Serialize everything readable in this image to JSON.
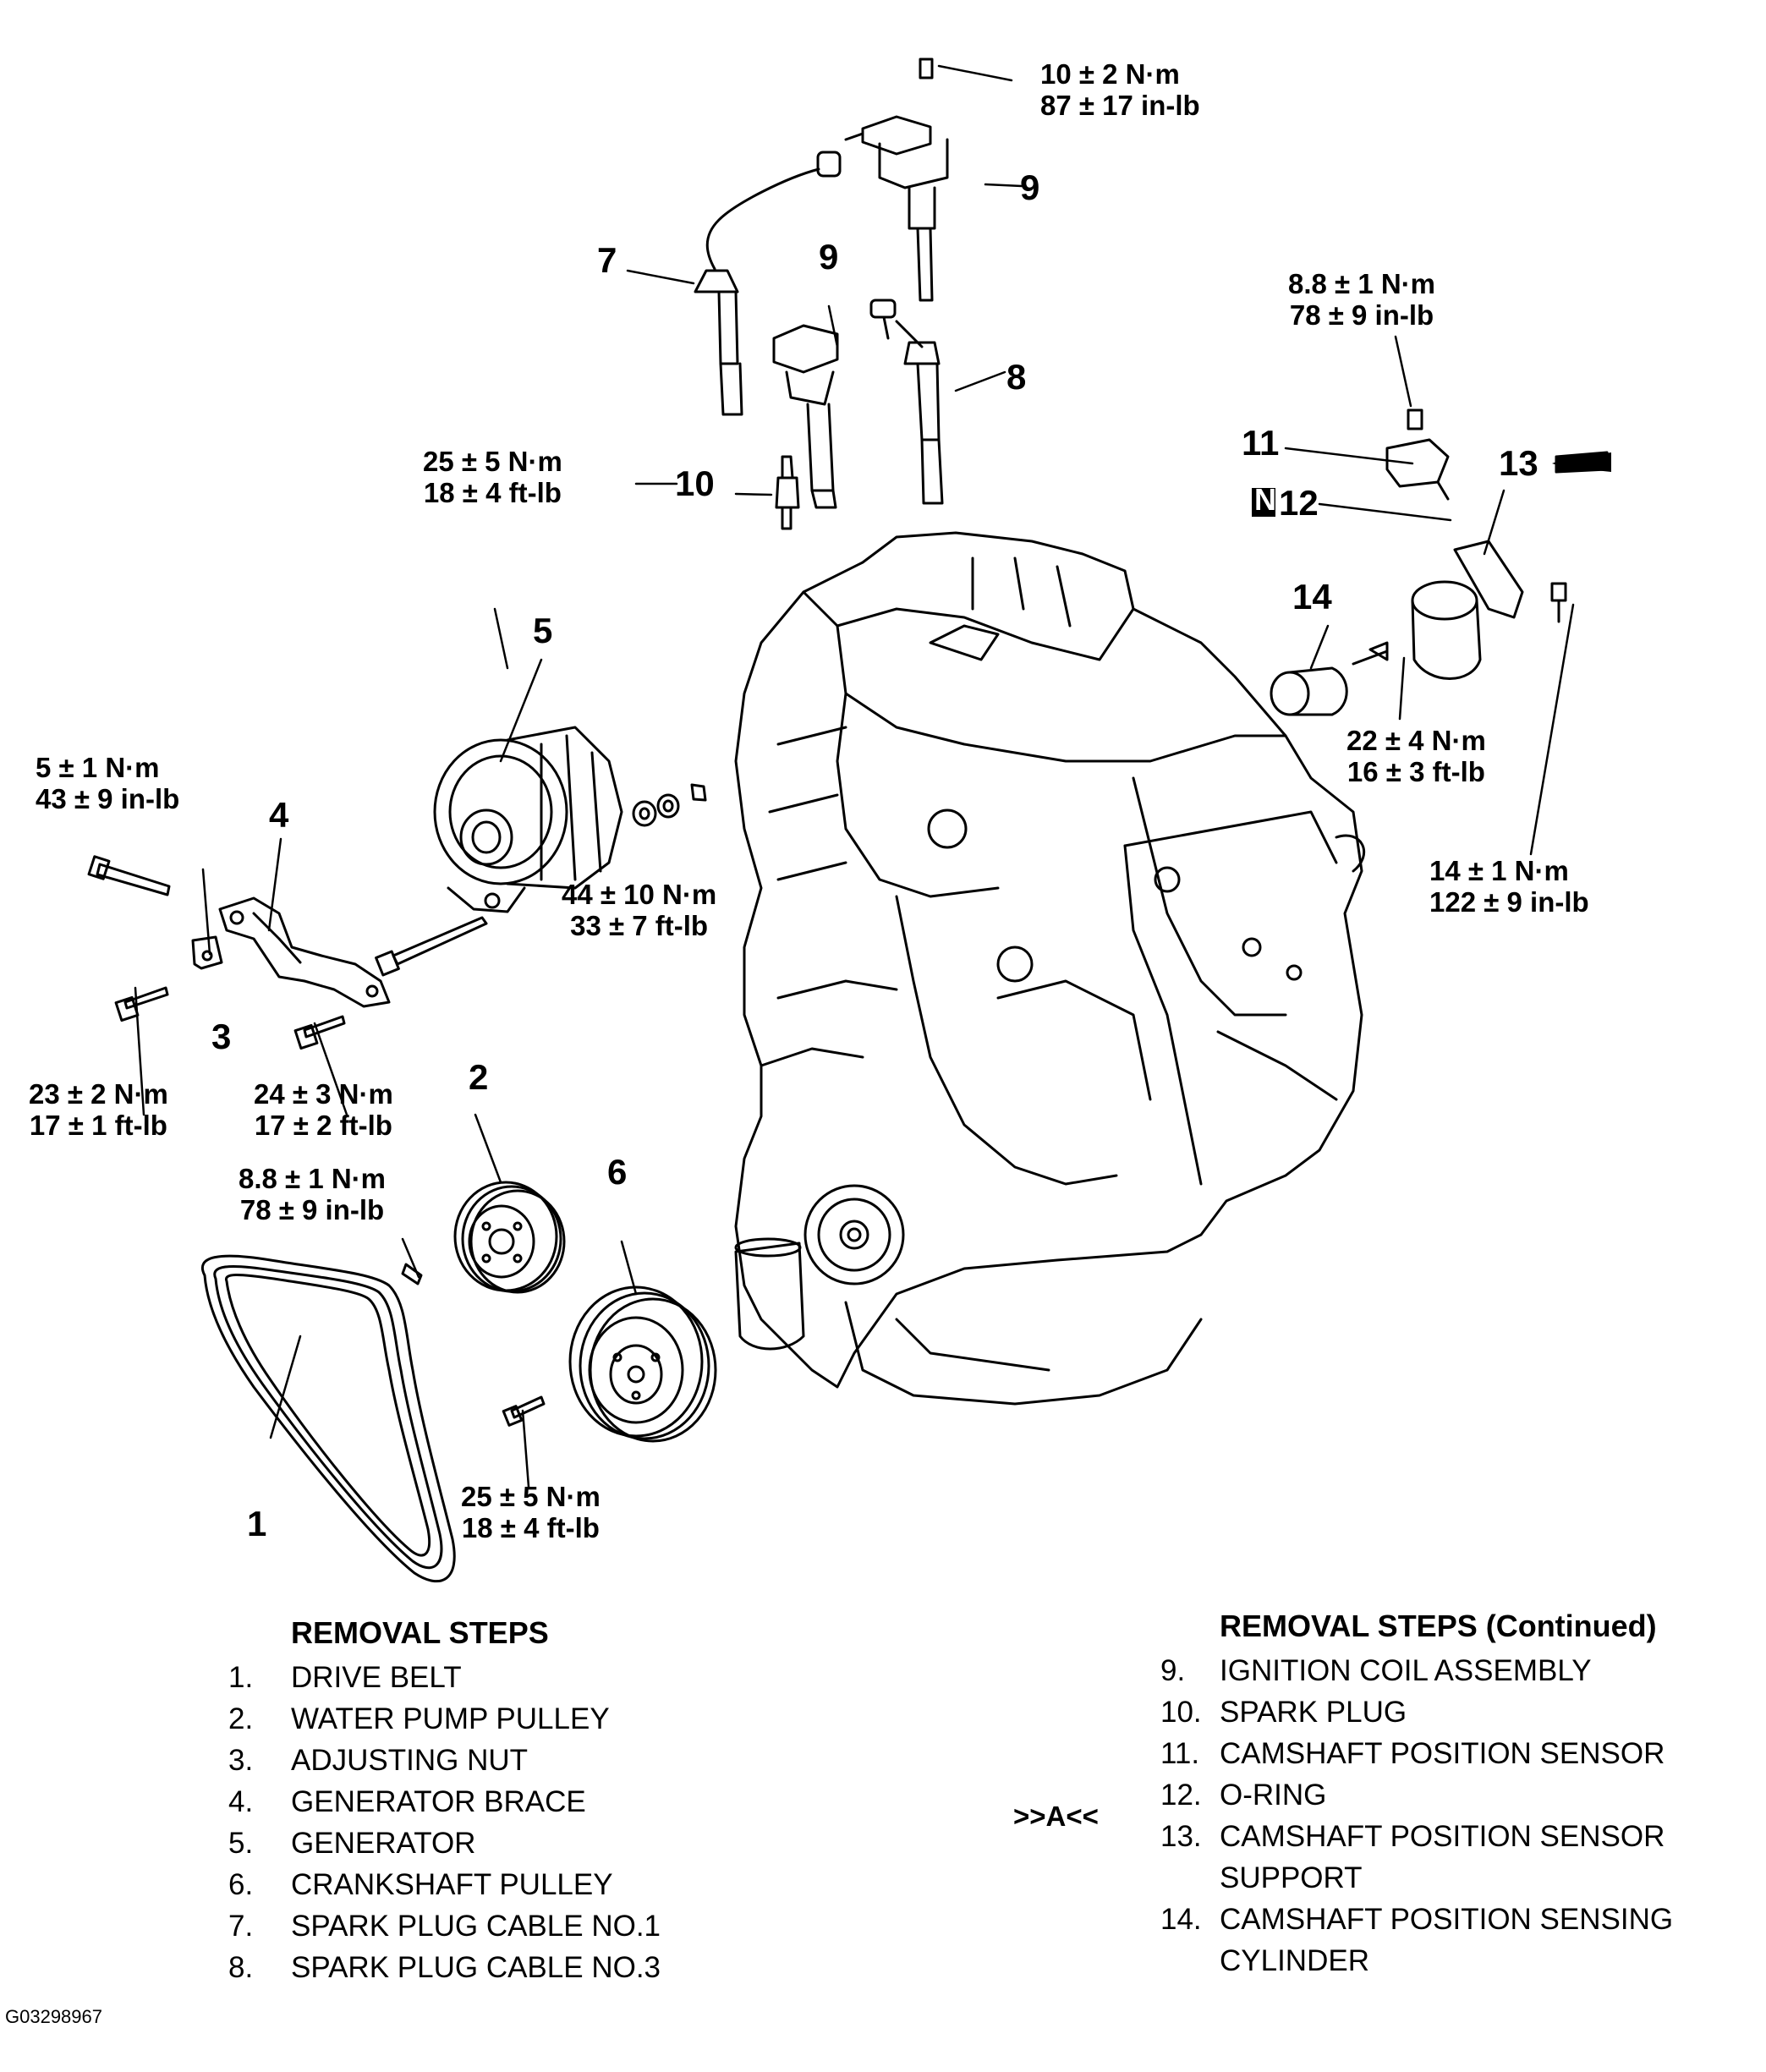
{
  "torques": {
    "coil_bolt": [
      "10 ± 2 N·m",
      "87 ± 17 in-lb"
    ],
    "sensor_bolt": [
      "8.8 ± 1 N·m",
      "78 ± 9 in-lb"
    ],
    "spark_plug": [
      "25 ± 5 N·m",
      "18 ± 4 ft-lb"
    ],
    "brace_bolt_top": [
      "5 ± 1 N·m",
      "43 ± 9 in-lb"
    ],
    "generator_nut": [
      "44 ± 10 N·m",
      "33 ± 7 ft-lb"
    ],
    "support_bolt": [
      "22 ± 4 N·m",
      "16 ± 3 ft-lb"
    ],
    "cylinder_bolt": [
      "14 ± 1 N·m",
      "122 ± 9 in-lb"
    ],
    "adjust_bolt": [
      "23 ± 2 N·m",
      "17 ± 1 ft-lb"
    ],
    "brace_bolt": [
      "24 ± 3 N·m",
      "17 ± 2 ft-lb"
    ],
    "pump_pulley_bolt": [
      "8.8 ± 1 N·m",
      "78 ± 9 in-lb"
    ],
    "crank_pulley_bolt": [
      "25 ± 5 N·m",
      "18 ± 4 ft-lb"
    ]
  },
  "callouts": {
    "c1": "1",
    "c2": "2",
    "c3": "3",
    "c4": "4",
    "c5": "5",
    "c6": "6",
    "c7": "7",
    "c8": "8",
    "c9a": "9",
    "c9b": "9",
    "c10": "10",
    "c11": "11",
    "c12_badge": "N",
    "c12": "12",
    "c13": "13",
    "c14": "14"
  },
  "removal_steps_left": {
    "title": "REMOVAL STEPS",
    "items": [
      {
        "num": "1.",
        "text": "DRIVE BELT"
      },
      {
        "num": "2.",
        "text": "WATER PUMP PULLEY"
      },
      {
        "num": "3.",
        "text": "ADJUSTING NUT"
      },
      {
        "num": "4.",
        "text": "GENERATOR BRACE"
      },
      {
        "num": "5.",
        "text": "GENERATOR"
      },
      {
        "num": "6.",
        "text": "CRANKSHAFT PULLEY"
      },
      {
        "num": "7.",
        "text": "SPARK PLUG CABLE NO.1"
      },
      {
        "num": "8.",
        "text": "SPARK PLUG CABLE NO.3"
      }
    ]
  },
  "removal_steps_right": {
    "title": "REMOVAL STEPS (Continued)",
    "note": ">>A<<",
    "items": [
      {
        "num": "9.",
        "text": "IGNITION COIL ASSEMBLY",
        "text2": ""
      },
      {
        "num": "10.",
        "text": "SPARK PLUG",
        "text2": ""
      },
      {
        "num": "11.",
        "text": "CAMSHAFT POSITION SENSOR",
        "text2": ""
      },
      {
        "num": "12.",
        "text": "O-RING",
        "text2": ""
      },
      {
        "num": "13.",
        "text": "CAMSHAFT POSITION SENSOR",
        "text2": "SUPPORT"
      },
      {
        "num": "14.",
        "text": "CAMSHAFT POSITION SENSING",
        "text2": "CYLINDER"
      }
    ]
  },
  "figure_id": "G03298967"
}
